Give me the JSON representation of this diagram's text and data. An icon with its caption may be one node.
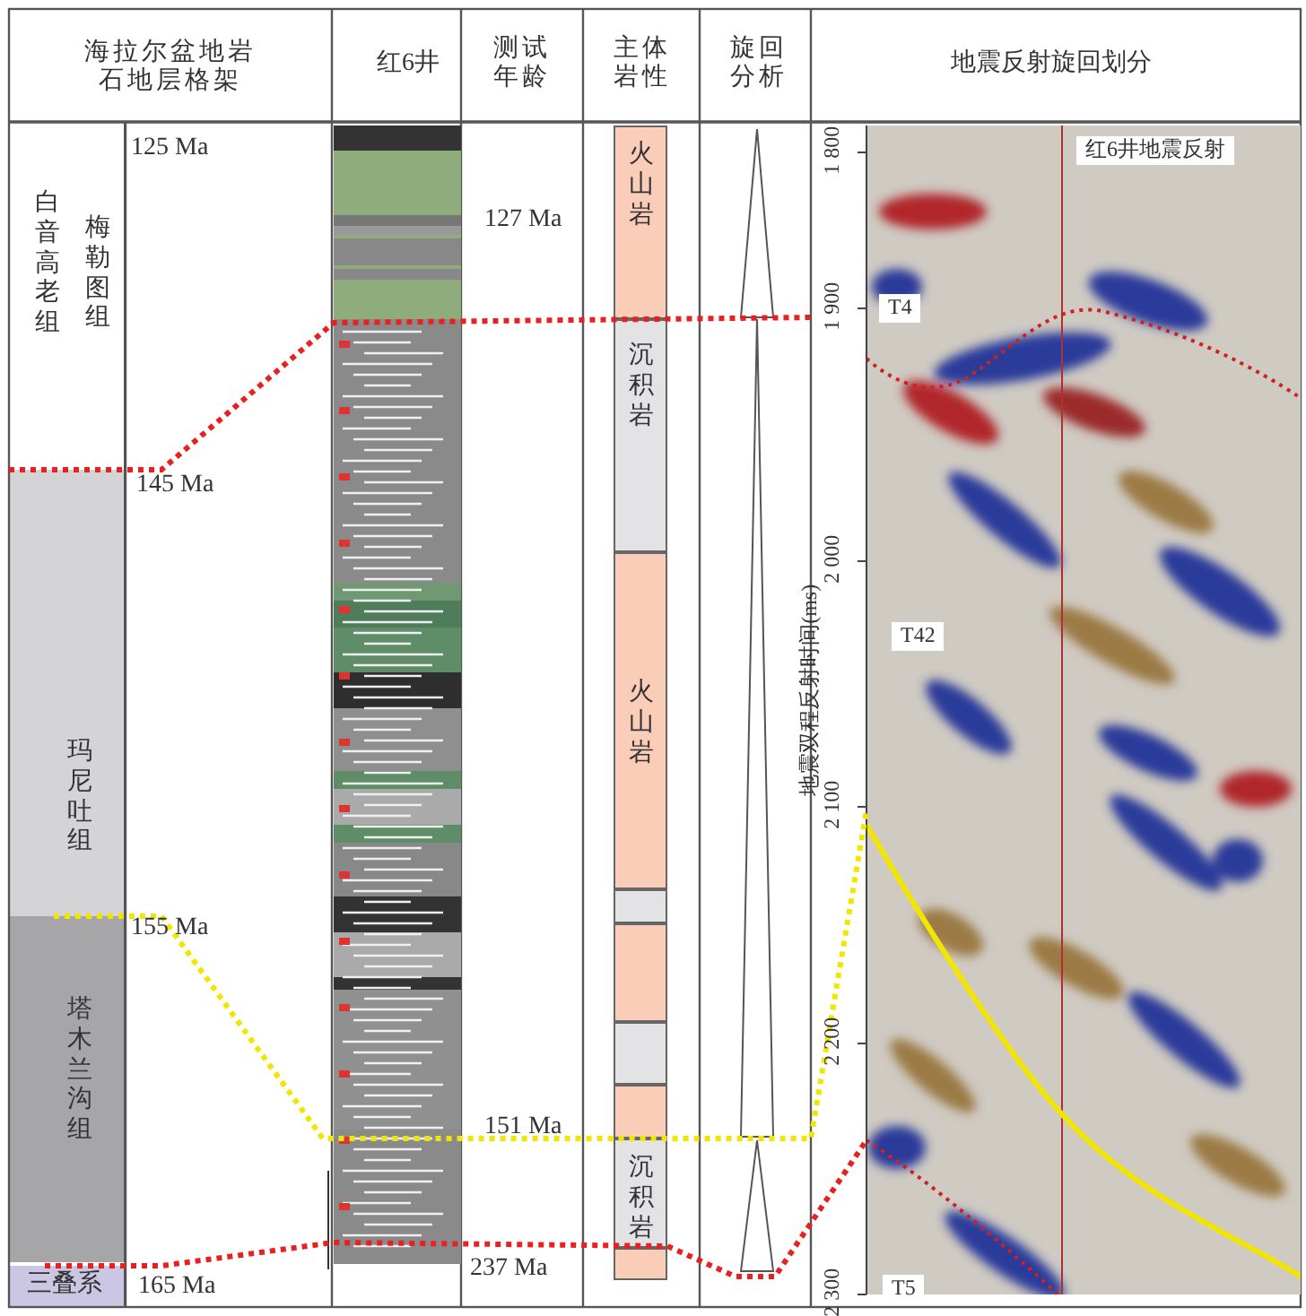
{
  "diagram": {
    "nodes": [
      {
        "text": [
          "白音高老组",
          "梅勒图组"
        ]
      },
      {
        "text": [
          "玛尼吐组"
        ]
      },
      {
        "text": [
          "塔木兰沟组"
        ]
      },
      {
        "text": [
          "三叠系"
        ]
      },
      {
        "text": [
          "火山岩"
        ]
      },
      {
        "text": [
          "沉积岩"
        ]
      },
      {
        "text": [
          "火山岩"
        ]
      },
      {
        "text": [],
        "shape": "box"
      },
      {
        "text": [],
        "shape": "box"
      },
      {
        "text": [],
        "shape": "box"
      },
      {
        "text": [],
        "shape": "box"
      },
      {
        "text": [
          "沉积岩"
        ]
      },
      {
        "text": [],
        "shape": "box"
      }
    ],
    "edges": [],
    "labels": [
      "海拉尔盆地岩石地层格架",
      "红6井",
      "测试年龄",
      "主体岩性",
      "旋回分析",
      "地震反射旋回划分",
      "125 Ma",
      "127 Ma",
      "145 Ma",
      "155 Ma",
      "151 Ma",
      "165 Ma",
      "237 Ma",
      "红6井地震反射",
      "1 800",
      "T4",
      "1 900",
      "2 000",
      "T42",
      "地震双程反射时间(ms)",
      "2 100",
      "2 200",
      "2 300",
      "T5"
    ]
  }
}
